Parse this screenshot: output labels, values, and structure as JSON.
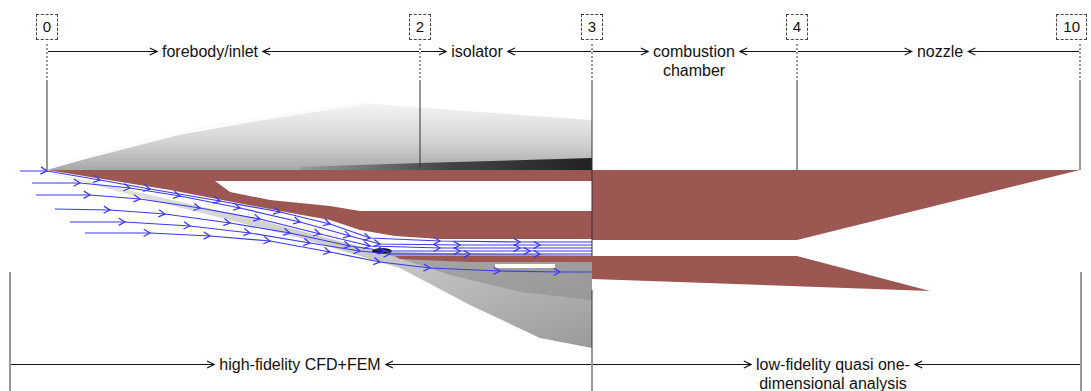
{
  "diagram": {
    "nodes": [
      {
        "text": [
          "0"
        ]
      },
      {
        "text": [
          "2"
        ]
      },
      {
        "text": [
          "3"
        ]
      },
      {
        "text": [
          "4"
        ]
      },
      {
        "text": [
          "10"
        ]
      }
    ],
    "labels": [
      "forebody/inlet",
      "isolator",
      "combustion chamber",
      "nozzle",
      "high-fidelity CFD+FEM",
      "low-fidelity quasi one-dimensional analysis"
    ]
  }
}
